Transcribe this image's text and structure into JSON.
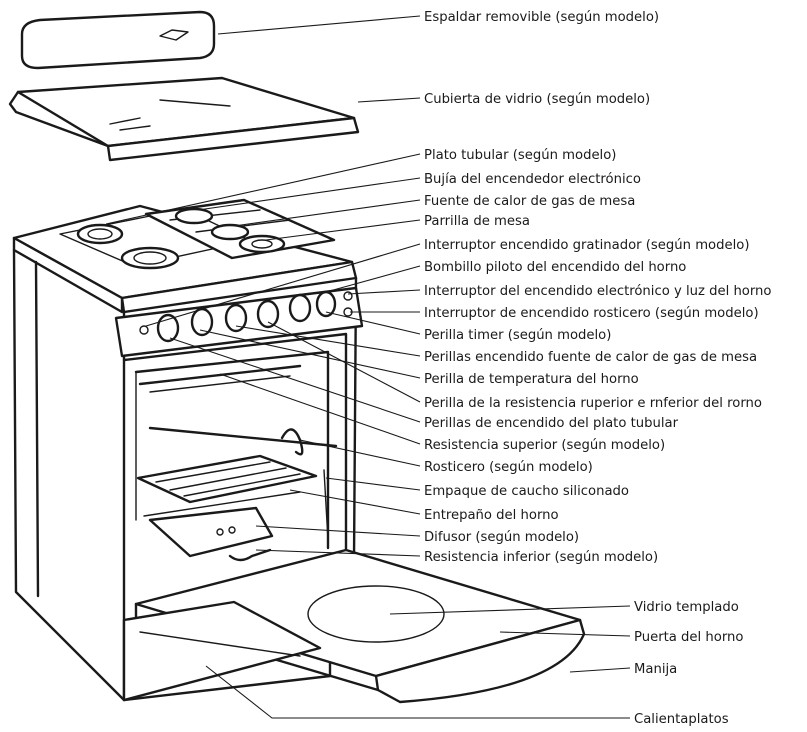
{
  "labels": {
    "espaldar": "Espaldar removible (según modelo)",
    "cubierta": "Cubierta de vidrio (según modelo)",
    "plato_tubular": "Plato tubular (según modelo)",
    "bujia": "Bujía del encendedor electrónico",
    "fuente_calor": "Fuente de calor de gas de mesa",
    "parrilla_mesa": "Parrilla de mesa",
    "interruptor_gratinador": "Interruptor encendido gratinador (según modelo)",
    "bombillo_piloto": "Bombillo piloto del encendido del horno",
    "interruptor_electronico": "Interruptor del encendido electrónico y luz del horno",
    "interruptor_rosticero": "Interruptor de encendido rosticero (según modelo)",
    "perilla_timer": "Perilla timer (según modelo)",
    "perillas_fuente": "Perillas encendido fuente de calor de gas de mesa",
    "perilla_temperatura": "Perilla de temperatura del horno",
    "perilla_resistencia": "Perilla de la resistencia ruperior e rnferior del rorno",
    "perillas_plato": "Perillas de encendido del plato tubular",
    "resistencia_superior": "Resistencia superior (según modelo)",
    "rosticero": "Rosticero (según modelo)",
    "empaque": "Empaque de caucho siliconado",
    "entrepano": "Entrepaño del horno",
    "difusor": "Difusor (según modelo)",
    "resistencia_inferior": "Resistencia inferior (según modelo)",
    "vidrio_templado": "Vidrio templado",
    "puerta_horno": "Puerta del horno",
    "manija": "Manija",
    "calientaplatos": "Calientaplatos"
  }
}
